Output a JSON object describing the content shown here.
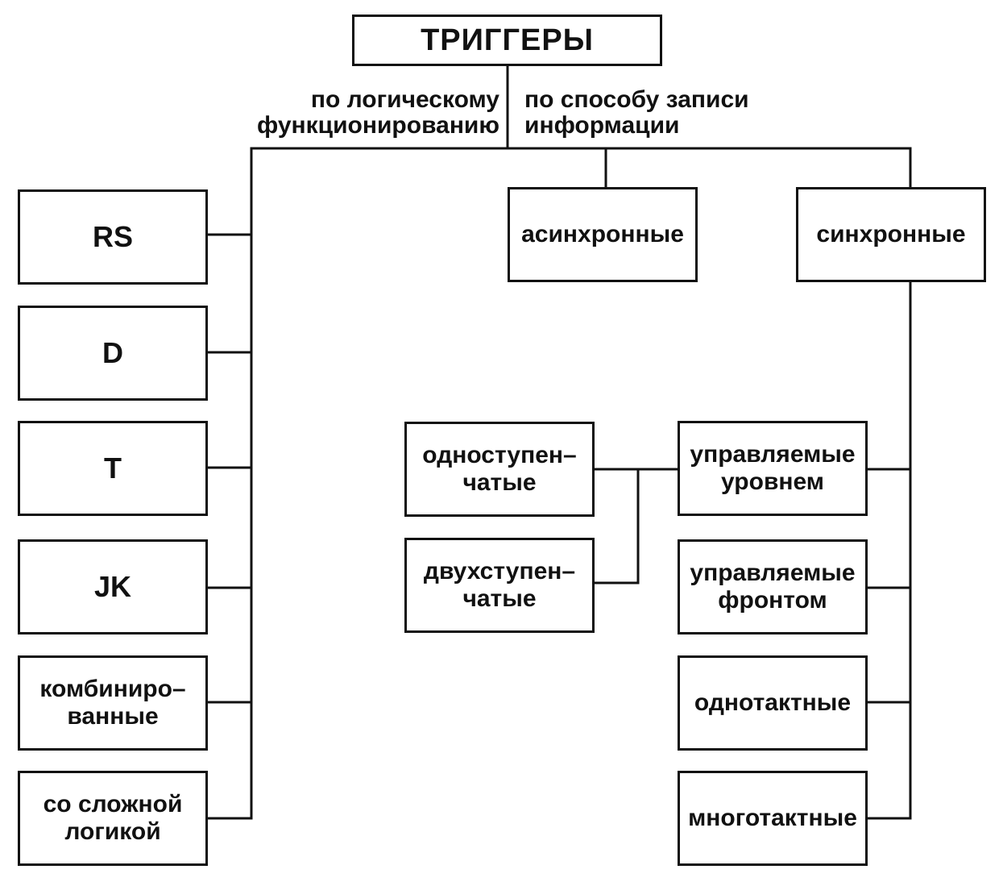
{
  "root": {
    "label": "ТРИГГЕРЫ"
  },
  "branches": {
    "logic": {
      "label": "по логическому\nфункционированию"
    },
    "write": {
      "label": "по способу записи\nинформации"
    }
  },
  "logic_types": [
    {
      "label": "RS"
    },
    {
      "label": "D"
    },
    {
      "label": "T"
    },
    {
      "label": "JK"
    },
    {
      "label": "комбиниро–\nванные"
    },
    {
      "label": "со сложной\nлогикой"
    }
  ],
  "write_types": {
    "async": {
      "label": "асинхронные"
    },
    "sync": {
      "label": "синхронные"
    }
  },
  "sync_types": [
    {
      "label": "управляемые\nуровнем"
    },
    {
      "label": "управляемые\nфронтом"
    },
    {
      "label": "однотактные"
    },
    {
      "label": "многотактные"
    }
  ],
  "level_types": [
    {
      "label": "одноступен–\nчатые"
    },
    {
      "label": "двухступен–\nчатые"
    }
  ]
}
